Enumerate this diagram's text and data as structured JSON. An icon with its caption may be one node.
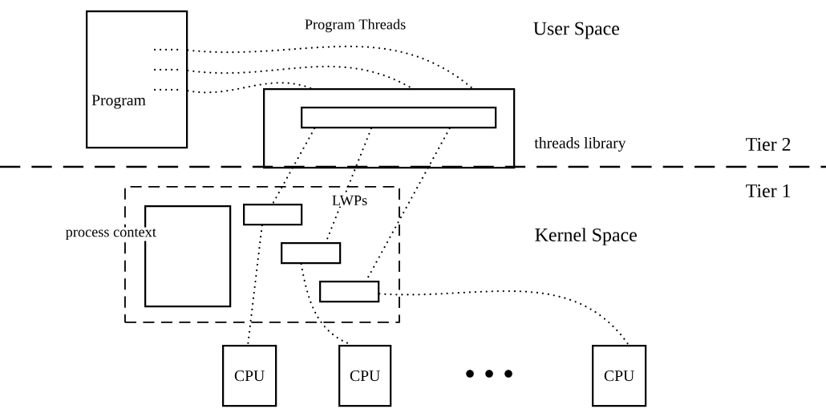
{
  "diagram": {
    "nodes": [
      {
        "text": [
          "Program"
        ]
      },
      {
        "text": [],
        "shape": "box",
        "beside": [
          "threads library"
        ]
      },
      {
        "text": [],
        "shape": "box",
        "in": 1
      },
      {
        "text": [],
        "shape": "box"
      },
      {
        "text": [],
        "shape": "box",
        "in": 3
      },
      {
        "text": [],
        "shape": "box",
        "in": 3
      },
      {
        "text": [],
        "shape": "box",
        "in": 3
      },
      {
        "text": [],
        "shape": "box",
        "in": 3
      },
      {
        "text": [
          "CPU"
        ]
      },
      {
        "text": [
          "CPU"
        ]
      },
      {
        "text": [
          "CPU"
        ]
      }
    ],
    "edges": [
      {
        "from": 0,
        "to": 1,
        "arrow": "none"
      },
      {
        "from": 0,
        "to": 1,
        "arrow": "none"
      },
      {
        "from": 0,
        "to": 1,
        "arrow": "none"
      },
      {
        "from": 2,
        "to": 5,
        "arrow": "none"
      },
      {
        "from": 2,
        "to": 6,
        "arrow": "none"
      },
      {
        "from": 2,
        "to": 7,
        "arrow": "none"
      },
      {
        "from": 5,
        "to": 8,
        "arrow": "none"
      },
      {
        "from": 6,
        "to": 9,
        "arrow": "none"
      },
      {
        "from": 7,
        "to": 10,
        "arrow": "none"
      }
    ],
    "labels": [
      "Program Threads",
      "User Space",
      "Tier 2",
      "Tier 1",
      "LWPs",
      "process context",
      "Kernel Space"
    ]
  }
}
